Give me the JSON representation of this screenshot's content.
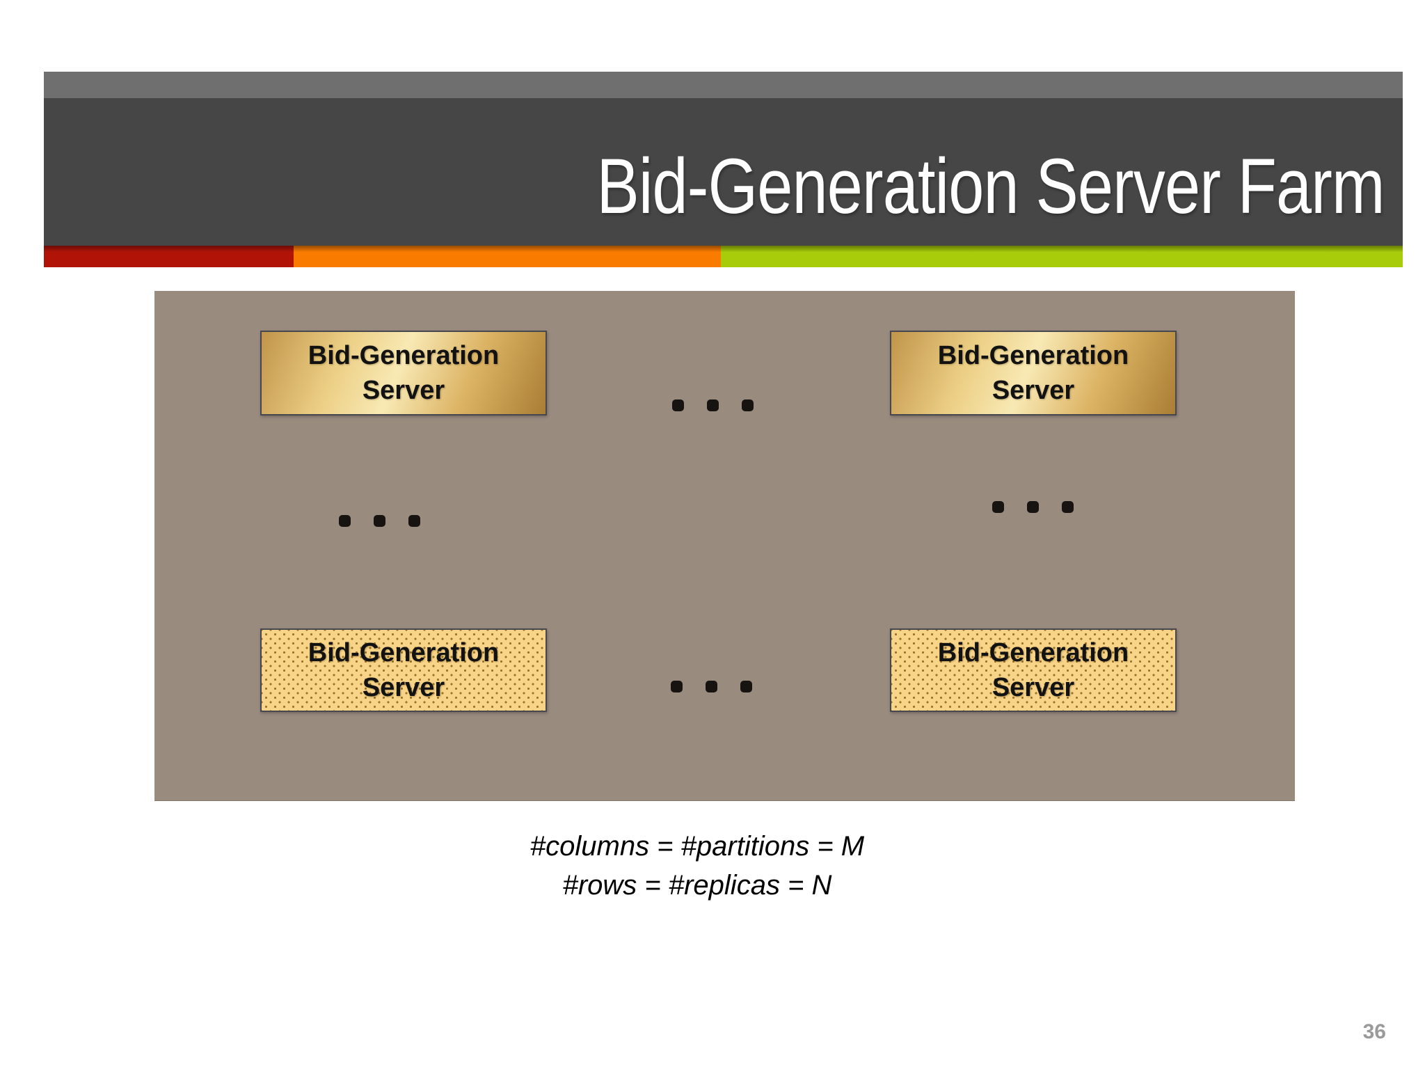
{
  "header": {
    "title": "Bid-Generation Server Farm"
  },
  "panel": {
    "boxes": [
      {
        "line1": "Bid-Generation",
        "line2": "Server",
        "fill": "gold-gradient",
        "position": "top-left"
      },
      {
        "line1": "Bid-Generation",
        "line2": "Server",
        "fill": "gold-gradient",
        "position": "top-right"
      },
      {
        "line1": "Bid-Generation",
        "line2": "Server",
        "fill": "dotted-pattern",
        "position": "bottom-left"
      },
      {
        "line1": "Bid-Generation",
        "line2": "Server",
        "fill": "dotted-pattern",
        "position": "bottom-right"
      }
    ],
    "ellipsis_glyph": "...",
    "ellipsis_groups": [
      "between-top-boxes",
      "below-left-column",
      "below-right-column",
      "between-bottom-boxes"
    ]
  },
  "caption": {
    "line1": "#columns = #partitions = M",
    "line2": "#rows = #replicas = N"
  },
  "footer": {
    "page_number": "36"
  },
  "colors": {
    "accent_red": "#b11407",
    "accent_orange": "#f97b00",
    "accent_green": "#a8cb0a",
    "header_dark_gray": "#464646",
    "header_light_gray": "#6f6f6f",
    "panel_taupe": "#9a8b7f",
    "gold_highlight": "#f8e9b4",
    "gold_shadow": "#a97e35",
    "dotted_box_bg": "#f8d488",
    "dotted_box_dot": "#9a7228",
    "box_border": "#47474f",
    "title_text": "#ffffff",
    "page_number_gray": "#9a9a9a"
  }
}
